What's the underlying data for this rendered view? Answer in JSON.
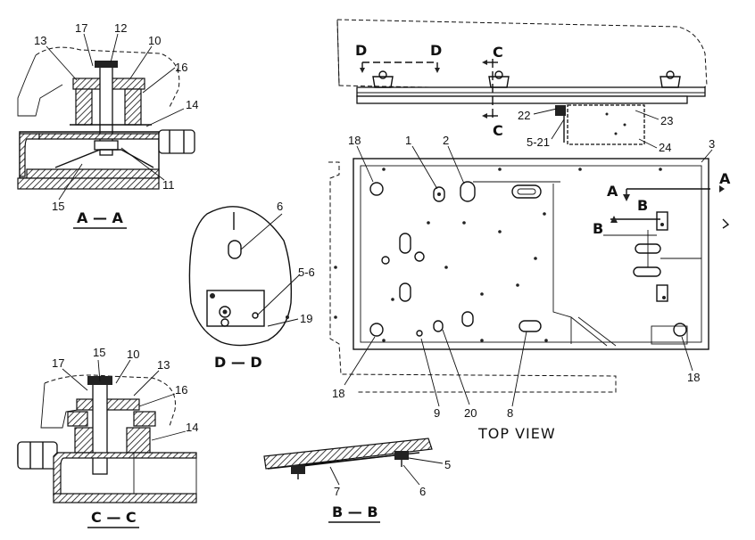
{
  "sections": {
    "aa": "A — A",
    "dd": "D — D",
    "cc": "C — C",
    "bb": "B — B",
    "top": "TOP VIEW"
  },
  "callouts": {
    "aa": [
      "17",
      "12",
      "13",
      "10",
      "16",
      "14",
      "11",
      "15"
    ],
    "dd": [
      "6",
      "5-6",
      "19"
    ],
    "cc": [
      "15",
      "10",
      "17",
      "13",
      "16",
      "14"
    ],
    "bb": [
      "5",
      "7",
      "6"
    ],
    "side": [
      "22",
      "23",
      "5-21",
      "24"
    ],
    "top": [
      "18",
      "1",
      "2",
      "3",
      "18",
      "9",
      "20",
      "8",
      "18"
    ]
  },
  "markers": {
    "d1": "D",
    "d2": "D",
    "c1": "C",
    "c2": "C",
    "a1": "A",
    "a2": "A",
    "b1": "B",
    "b2": "B"
  }
}
